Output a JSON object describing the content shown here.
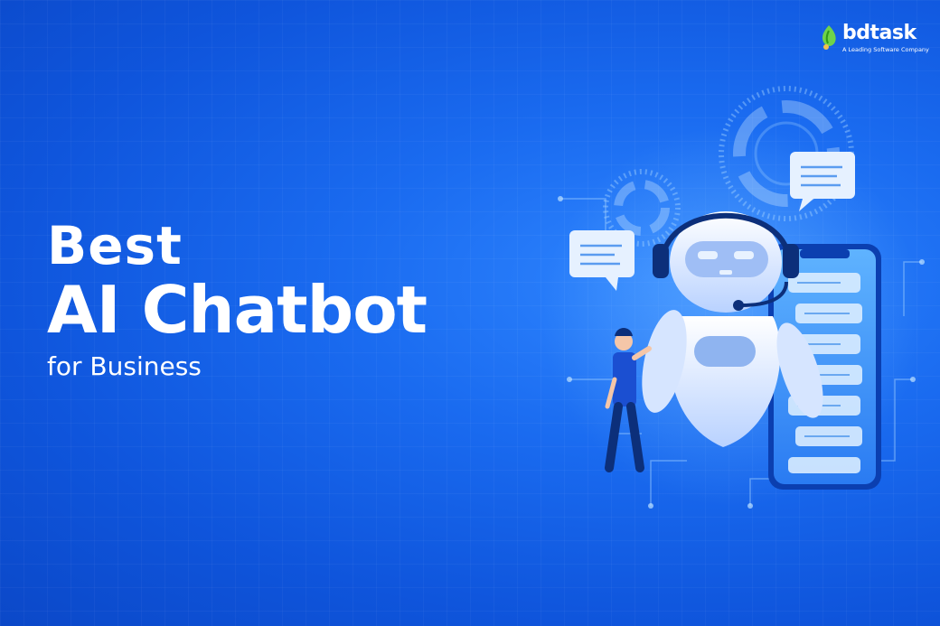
{
  "logo": {
    "name": "bdtask",
    "tagline": "A Leading Software Company",
    "colors": {
      "mark": "#6fd34a",
      "text": "#ffffff"
    }
  },
  "headline": {
    "line1": "Best",
    "line2": "AI Chatbot",
    "line3": "for Business"
  },
  "illustration": {
    "icons": [
      "robot-icon",
      "headset-icon",
      "smartphone-icon",
      "chat-bubble-icon",
      "gear-icon",
      "person-icon"
    ],
    "colors": {
      "background": "#1565e8",
      "robot_body": "#e8f0ff",
      "accent": "#7ec8ff"
    }
  }
}
